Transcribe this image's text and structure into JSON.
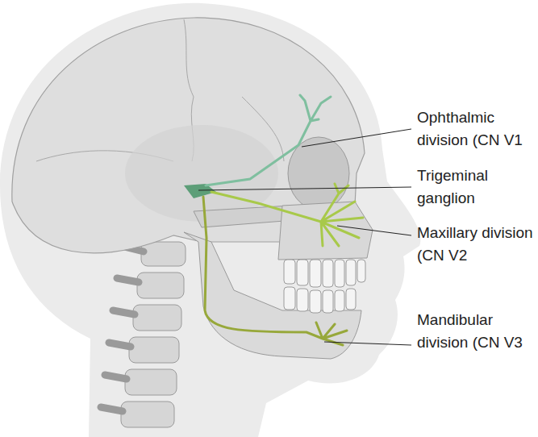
{
  "diagram": {
    "labels": [
      "Ophthalmic division (CN V1",
      "Trigeminal ganglion",
      "Maxillary division (CN V2",
      "Mandibular division (CN V3"
    ]
  }
}
